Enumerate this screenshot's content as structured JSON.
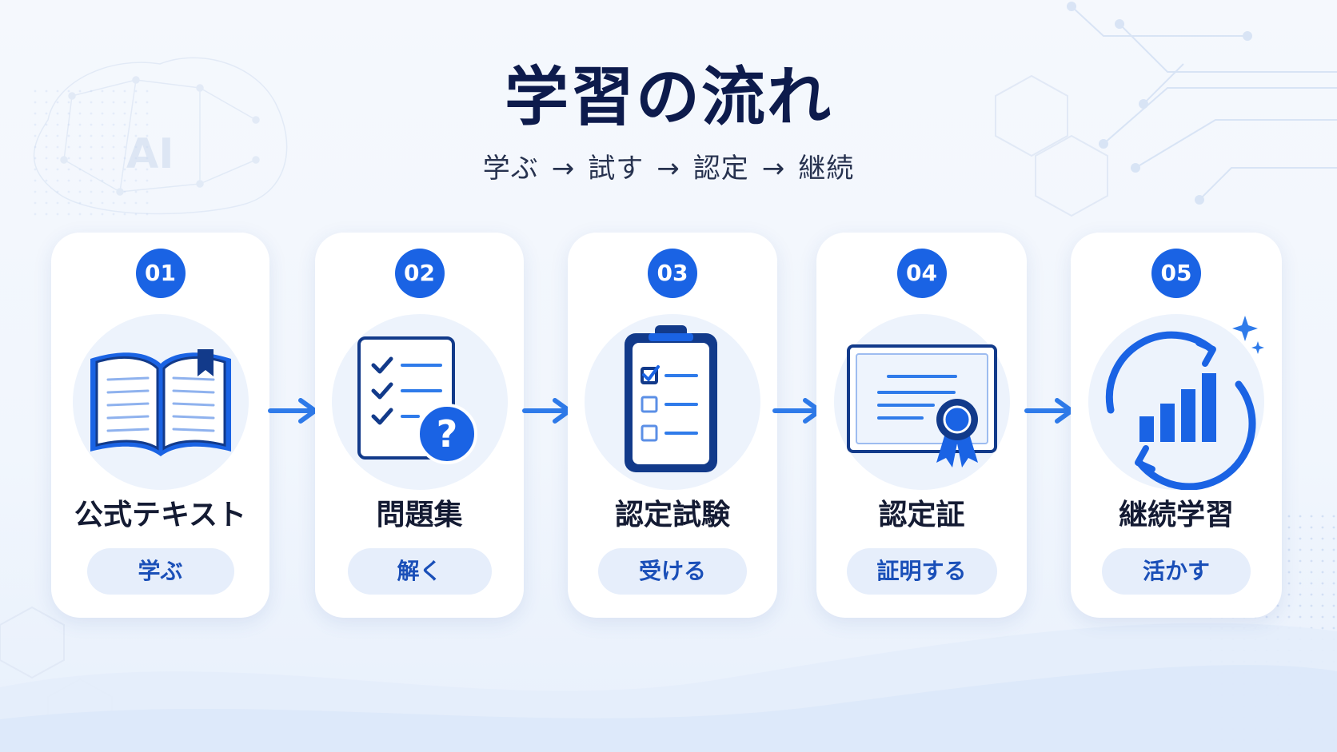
{
  "header": {
    "title": "学習の流れ",
    "flow": [
      "学ぶ",
      "試す",
      "認定",
      "継続"
    ],
    "flow_separator": "→"
  },
  "decor": {
    "ai_text": "AI"
  },
  "steps": [
    {
      "number": "01",
      "label": "公式テキスト",
      "action": "学ぶ",
      "icon": "open-book-icon"
    },
    {
      "number": "02",
      "label": "問題集",
      "action": "解く",
      "icon": "checklist-question-icon"
    },
    {
      "number": "03",
      "label": "認定試験",
      "action": "受ける",
      "icon": "clipboard-checklist-icon"
    },
    {
      "number": "04",
      "label": "認定証",
      "action": "証明する",
      "icon": "certificate-icon"
    },
    {
      "number": "05",
      "label": "継続学習",
      "action": "活かす",
      "icon": "growth-cycle-icon"
    }
  ],
  "colors": {
    "accent": "#1a63e4",
    "title": "#0d1b4c",
    "pill_bg": "#e6eefb",
    "pill_text": "#1a4fb8",
    "icon_dark": "#123a8a"
  }
}
